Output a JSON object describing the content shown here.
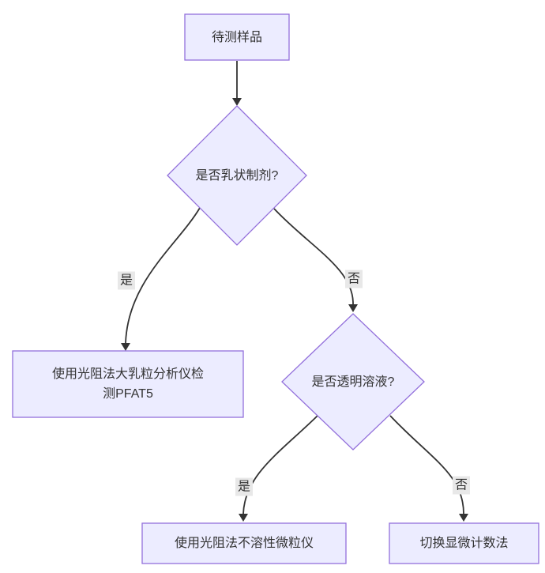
{
  "diagram": {
    "type": "flowchart",
    "direction": "top-down",
    "nodes": {
      "start": {
        "label": "待测样品",
        "shape": "rect"
      },
      "decision1": {
        "label": "是否乳状制剂?",
        "shape": "diamond"
      },
      "result_pfat5": {
        "label": "使用光阻法大乳粒分析仪检测PFAT5",
        "shape": "rect"
      },
      "decision2": {
        "label": "是否透明溶液?",
        "shape": "diamond"
      },
      "result_light_obscuration": {
        "label": "使用光阻法不溶性微粒仪",
        "shape": "rect"
      },
      "result_microscopy": {
        "label": "切换显微计数法",
        "shape": "rect"
      }
    },
    "edges": {
      "start_to_decision1": {
        "from": "start",
        "to": "decision1",
        "label": ""
      },
      "yes1": {
        "from": "decision1",
        "to": "result_pfat5",
        "label": "是"
      },
      "no1": {
        "from": "decision1",
        "to": "decision2",
        "label": "否"
      },
      "yes2": {
        "from": "decision2",
        "to": "result_light_obscuration",
        "label": "是"
      },
      "no2": {
        "from": "decision2",
        "to": "result_microscopy",
        "label": "否"
      }
    },
    "colors": {
      "node_fill": "#ECECFF",
      "node_border": "#9370DB",
      "edge": "#333333",
      "edge_label_bg": "#e8e8e8",
      "text": "#333333",
      "background": "#ffffff"
    }
  }
}
